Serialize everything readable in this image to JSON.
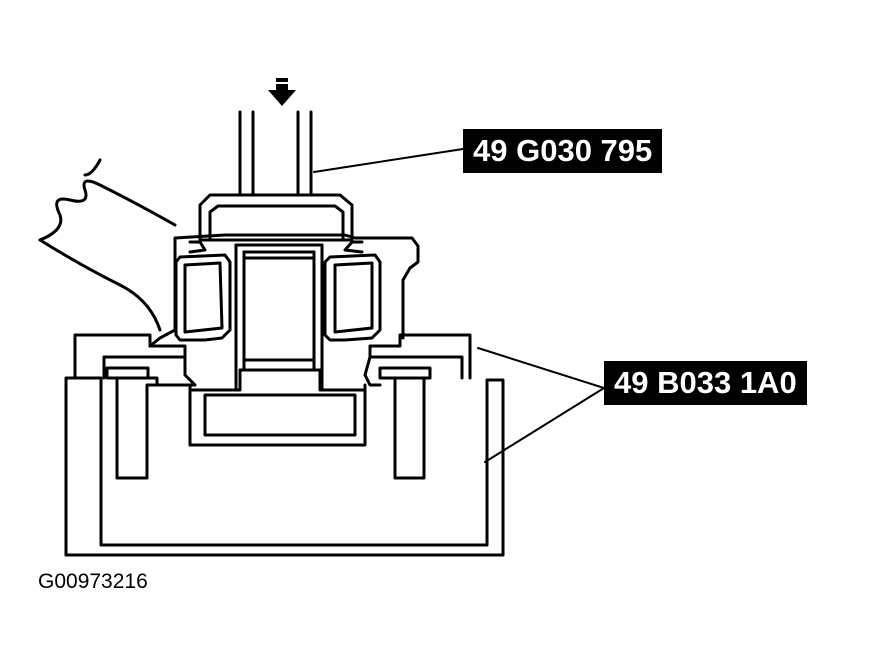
{
  "callouts": {
    "tool_upper": "49 G030 795",
    "tool_lower": "49 B033 1A0"
  },
  "figure_id": "G00973216",
  "colors": {
    "ink": "#000000",
    "paper": "#ffffff"
  },
  "icons": {
    "press_direction": "arrow-down-icon"
  }
}
